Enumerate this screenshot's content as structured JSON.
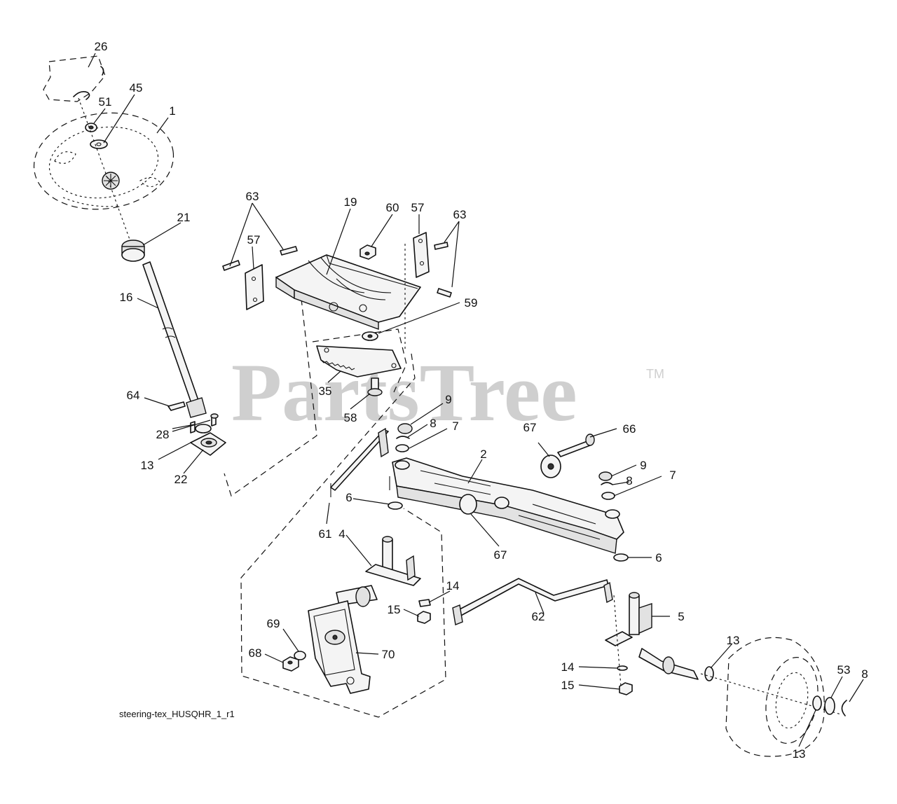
{
  "watermark": {
    "text": "PartsTree",
    "trademark": "TM"
  },
  "footer": {
    "drawing_id": "steering-tex_HUSQHR_1_r1"
  },
  "callouts": [
    {
      "id": "c26",
      "label": "26"
    },
    {
      "id": "c51",
      "label": "51"
    },
    {
      "id": "c45",
      "label": "45"
    },
    {
      "id": "c1",
      "label": "1"
    },
    {
      "id": "c21",
      "label": "21"
    },
    {
      "id": "c16",
      "label": "16"
    },
    {
      "id": "c64",
      "label": "64"
    },
    {
      "id": "c28",
      "label": "28"
    },
    {
      "id": "c13a",
      "label": "13"
    },
    {
      "id": "c22",
      "label": "22"
    },
    {
      "id": "c63a",
      "label": "63"
    },
    {
      "id": "c19",
      "label": "19"
    },
    {
      "id": "c60",
      "label": "60"
    },
    {
      "id": "c57a",
      "label": "57"
    },
    {
      "id": "c63b",
      "label": "63"
    },
    {
      "id": "c57b",
      "label": "57"
    },
    {
      "id": "c59",
      "label": "59"
    },
    {
      "id": "c35",
      "label": "35"
    },
    {
      "id": "c58",
      "label": "58"
    },
    {
      "id": "c9a",
      "label": "9"
    },
    {
      "id": "c8a",
      "label": "8"
    },
    {
      "id": "c7a",
      "label": "7"
    },
    {
      "id": "c67a",
      "label": "67"
    },
    {
      "id": "c66",
      "label": "66"
    },
    {
      "id": "c2",
      "label": "2"
    },
    {
      "id": "c9b",
      "label": "9"
    },
    {
      "id": "c8b",
      "label": "8"
    },
    {
      "id": "c7b",
      "label": "7"
    },
    {
      "id": "c6a",
      "label": "6"
    },
    {
      "id": "c61",
      "label": "61"
    },
    {
      "id": "c67b",
      "label": "67"
    },
    {
      "id": "c6b",
      "label": "6"
    },
    {
      "id": "c4",
      "label": "4"
    },
    {
      "id": "c14a",
      "label": "14"
    },
    {
      "id": "c15a",
      "label": "15"
    },
    {
      "id": "c62",
      "label": "62"
    },
    {
      "id": "c5",
      "label": "5"
    },
    {
      "id": "c69",
      "label": "69"
    },
    {
      "id": "c70",
      "label": "70"
    },
    {
      "id": "c68",
      "label": "68"
    },
    {
      "id": "c13b",
      "label": "13"
    },
    {
      "id": "c14b",
      "label": "14"
    },
    {
      "id": "c15b",
      "label": "15"
    },
    {
      "id": "c53",
      "label": "53"
    },
    {
      "id": "c8c",
      "label": "8"
    },
    {
      "id": "c13c",
      "label": "13"
    }
  ]
}
